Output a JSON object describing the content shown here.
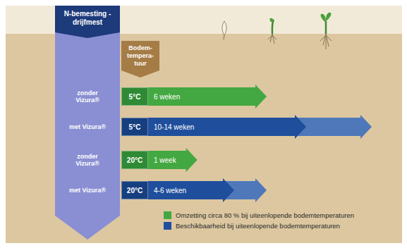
{
  "diagram": {
    "nodes": [
      {
        "text": [
          "N-bemesting - drijfmest"
        ]
      },
      {
        "text": [
          "Bodem- tempera- tuur"
        ]
      },
      {
        "text": [
          "5°C",
          "6 weken"
        ]
      },
      {
        "text": [
          "5°C",
          "10-14 weken"
        ]
      },
      {
        "text": [
          "20°C",
          "1 week"
        ]
      },
      {
        "text": [
          "20°C",
          "4-6 weken"
        ]
      }
    ],
    "labels": [
      "zonder Vizura®",
      "met Vizura®",
      "zonder Vizura®",
      "met Vizura®"
    ],
    "legend": [
      {
        "text": "Omzetting circa 80 % bij uiteenlopende bodemtemperaturen",
        "color": "#43a842"
      },
      {
        "text": "Beschikbaarheid bij uiteenlopende bodemtemperaturen",
        "color": "#1f4f9c"
      }
    ]
  }
}
